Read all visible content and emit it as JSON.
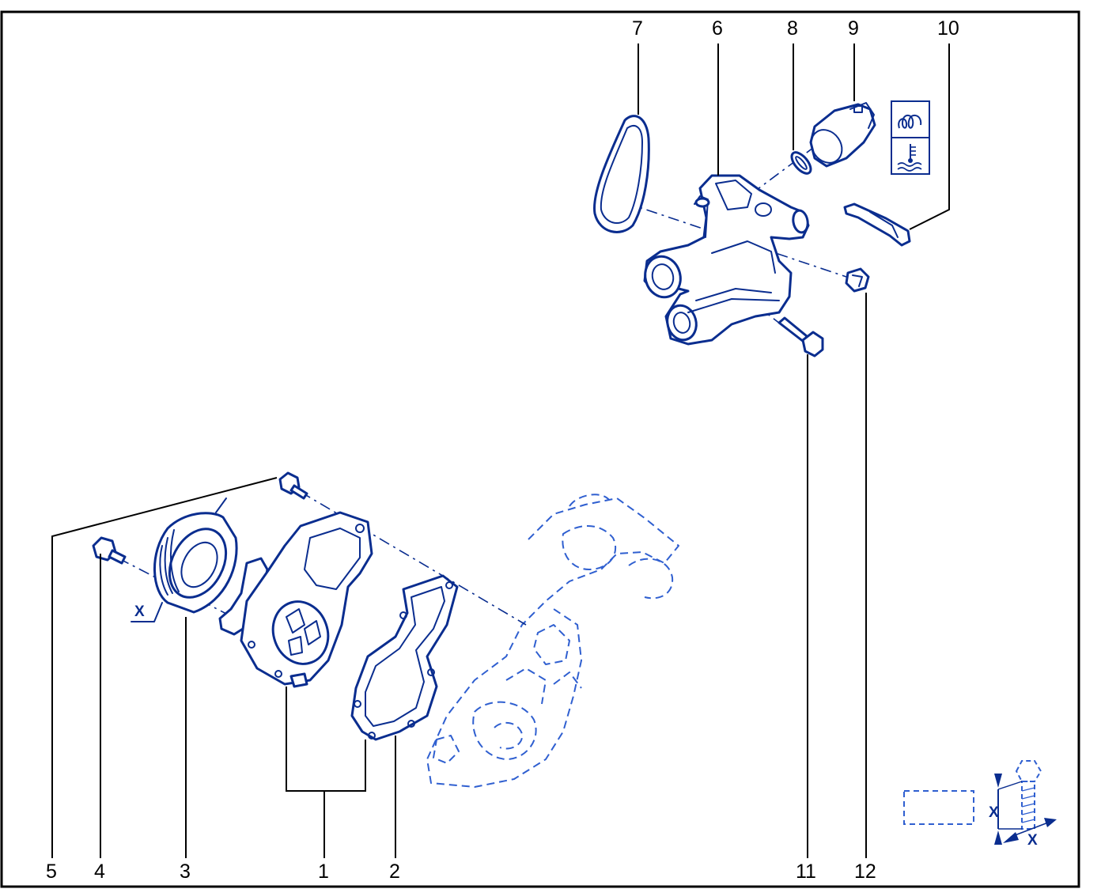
{
  "diagram": {
    "callouts": [
      {
        "id": "1",
        "text": "1"
      },
      {
        "id": "2",
        "text": "2"
      },
      {
        "id": "3",
        "text": "3"
      },
      {
        "id": "4",
        "text": "4"
      },
      {
        "id": "5",
        "text": "5"
      },
      {
        "id": "6",
        "text": "6"
      },
      {
        "id": "7",
        "text": "7"
      },
      {
        "id": "8",
        "text": "8"
      },
      {
        "id": "9",
        "text": "9"
      },
      {
        "id": "10",
        "text": "10"
      },
      {
        "id": "11",
        "text": "11"
      },
      {
        "id": "12",
        "text": "12"
      }
    ],
    "pulley_dimension_label": "X",
    "bolt_dimension_label_vertical": "X",
    "bolt_dimension_label_horizontal": "X",
    "icons": [
      "coil-icon",
      "coolant-temperature-icon"
    ],
    "colors": {
      "line": "#0a2d8f",
      "ghost": "#2f5fd0",
      "frame": "#000000"
    }
  }
}
